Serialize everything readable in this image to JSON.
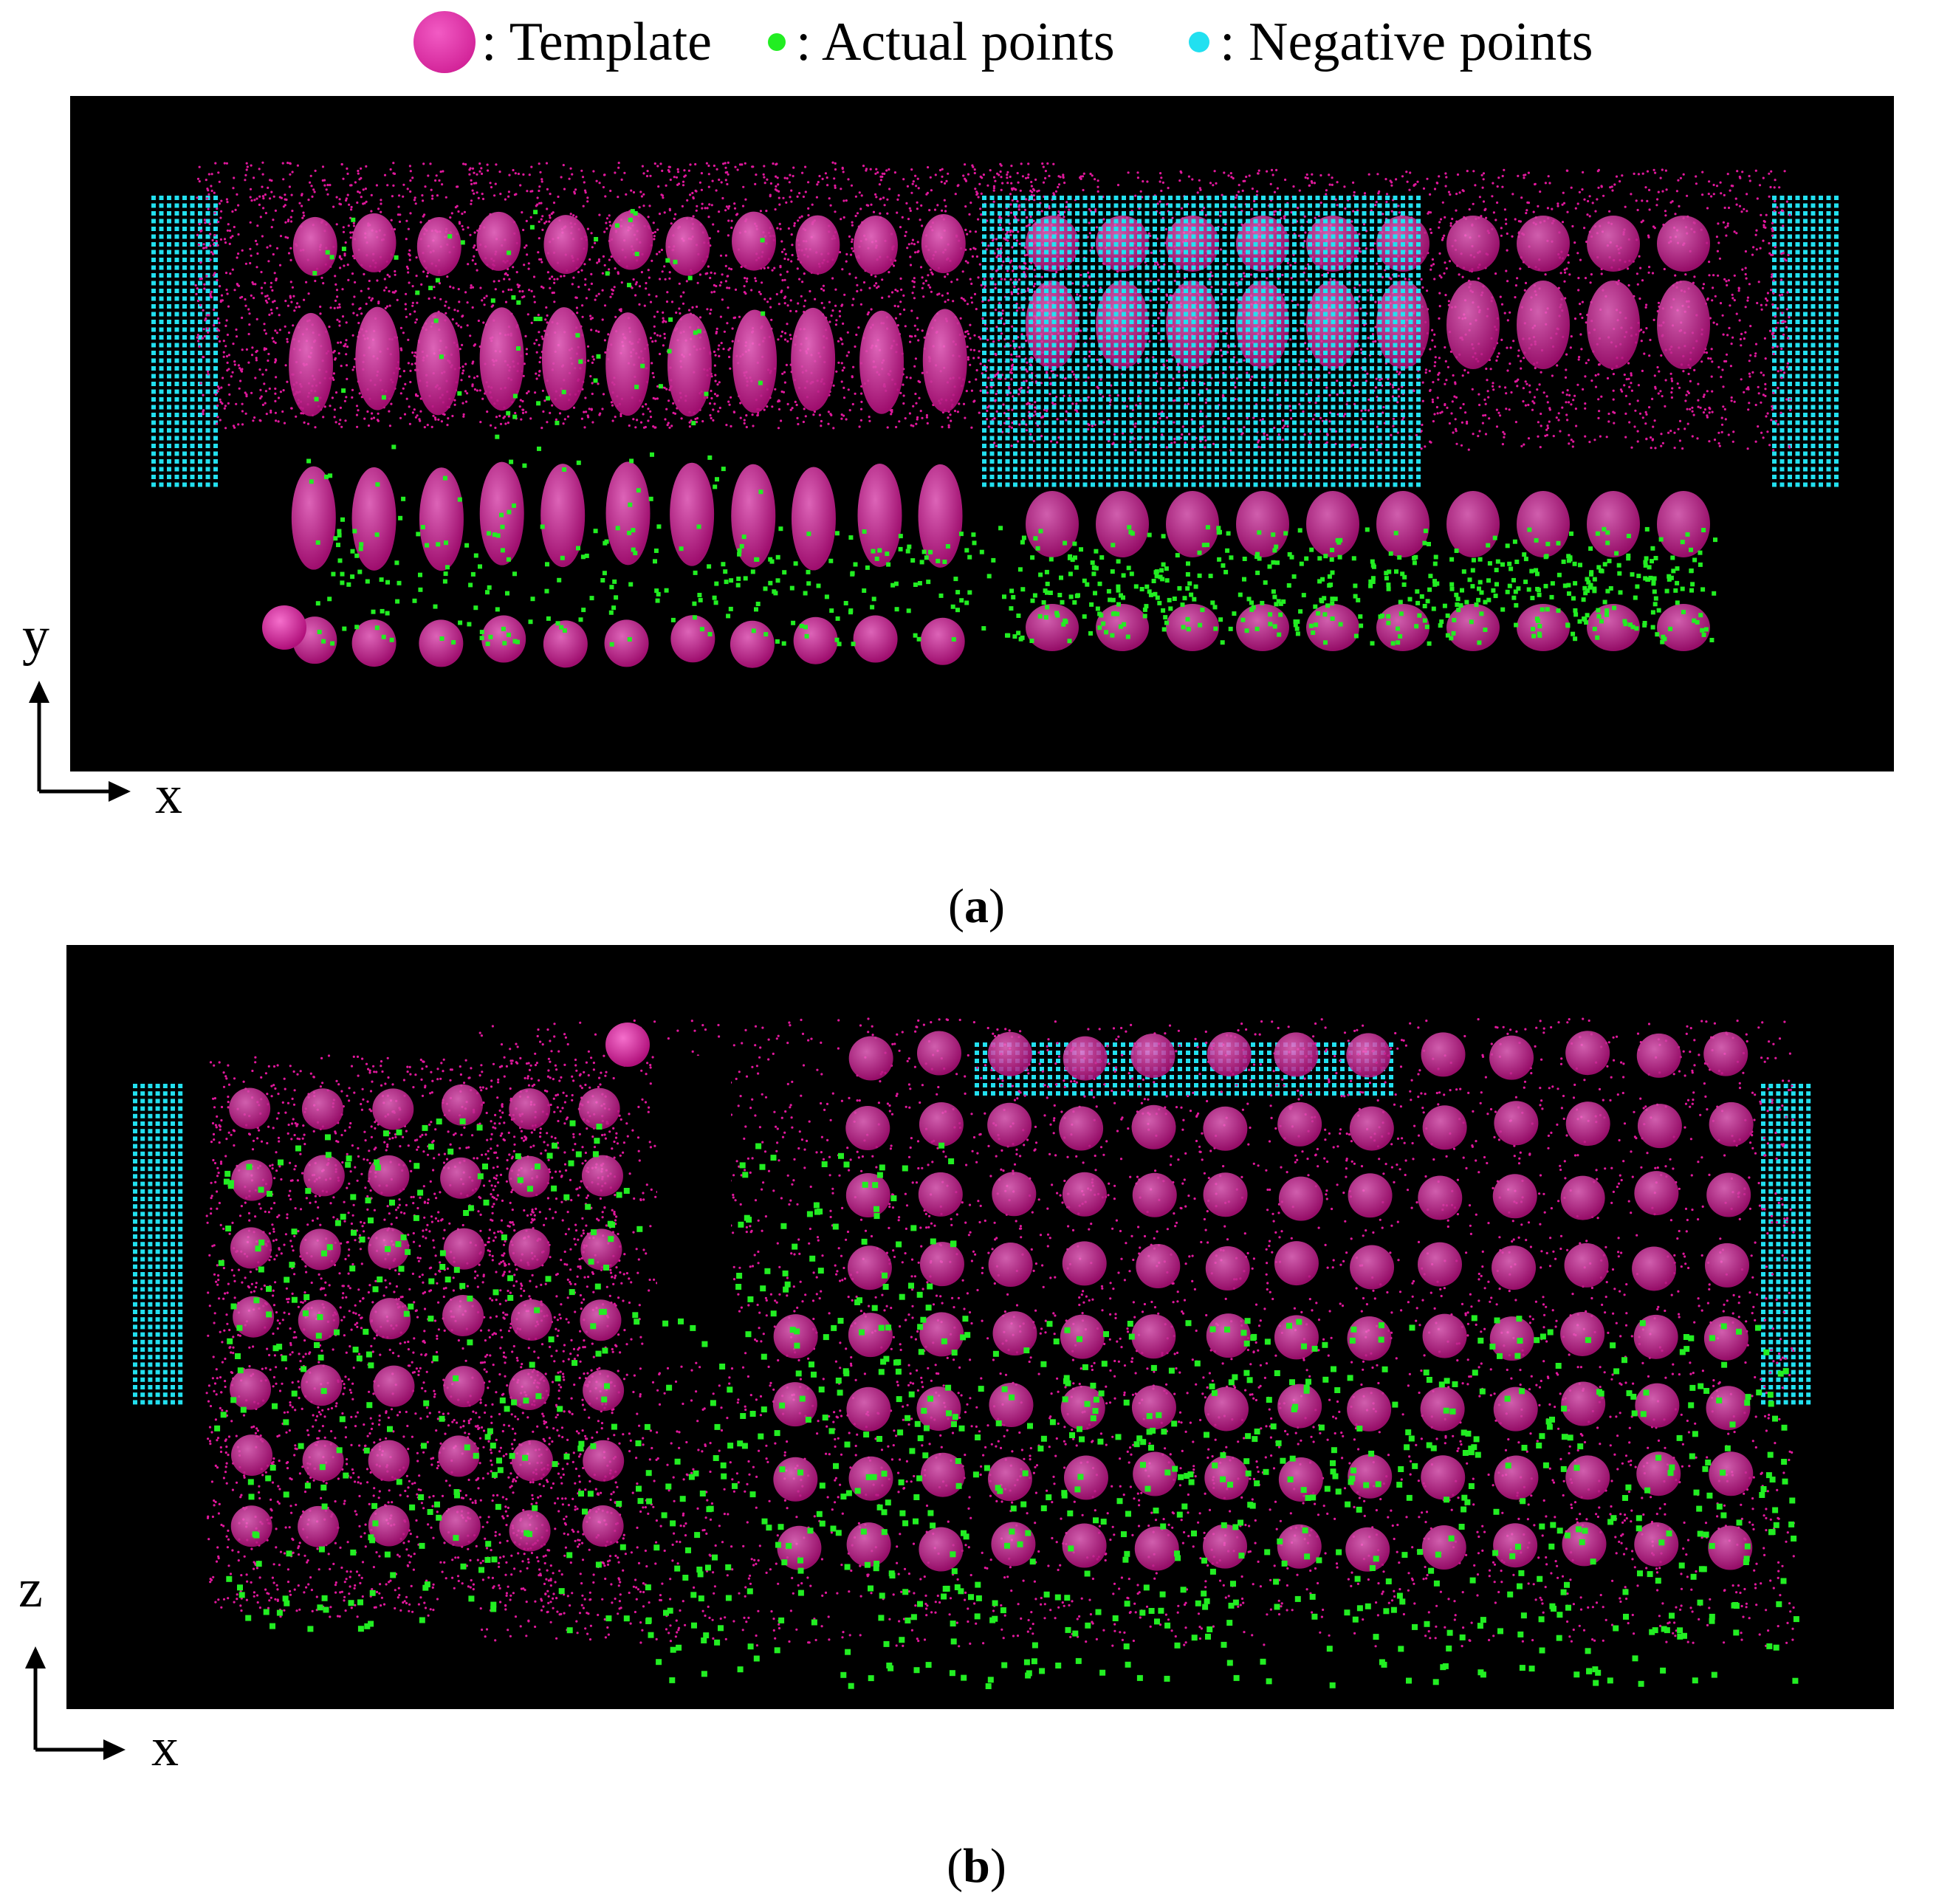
{
  "legend": {
    "template": {
      "symbol_name": "magenta-sphere-icon",
      "label": ": Template",
      "color": "#e0189c"
    },
    "actual": {
      "symbol_name": "green-dot-icon",
      "label": ": Actual points",
      "color": "#22ee22"
    },
    "negative": {
      "symbol_name": "cyan-dot-icon",
      "label": ": Negative points",
      "color": "#22e0f0"
    }
  },
  "panel_a": {
    "view": "top",
    "caption_letter": "a",
    "axis_vertical": "y",
    "axis_horizontal": "x"
  },
  "panel_b": {
    "view": "side",
    "caption_letter": "b",
    "axis_vertical": "z",
    "axis_horizontal": "x"
  },
  "colors": {
    "background": "#000000",
    "template": "#e0189c",
    "actual": "#22ee22",
    "negative": "#22e0f0"
  }
}
